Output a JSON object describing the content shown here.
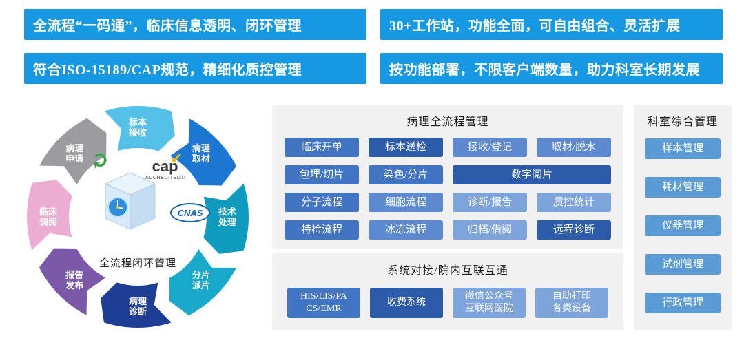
{
  "banners": [
    "全流程“一码通”，临床信息透明、闭环管理",
    "30+工作站，功能全面，可自由组合、灵活扩展",
    "符合ISO-15189/CAP规范，精细化质控管理",
    "按功能部署，不限客户端数量，助力科室长期发展"
  ],
  "colors": {
    "banner": "#1699E2",
    "panel_bg": "#F1F1F2",
    "dark": "#2C5BA9",
    "mid": "#4274C4",
    "midlight": "#5C89CF",
    "light": "#7EA4DC",
    "dept": "#5B9BD5",
    "arrow_green": "#3DA547"
  },
  "icons": {
    "cycle_arrow": "↻",
    "cap_check": "✔"
  },
  "cycle": {
    "center_label": "全流程闭环管理",
    "cap": {
      "word": "cap",
      "sub": "ACCREDITED®"
    },
    "cnas": "CNAS",
    "segments": [
      {
        "lines": [
          "标本",
          "接收"
        ],
        "color": "#55C1E9",
        "angle": 0
      },
      {
        "lines": [
          "病理",
          "取材"
        ],
        "color": "#1C77D2",
        "angle": 45
      },
      {
        "lines": [
          "技术",
          "处理"
        ],
        "color": "#0F9BBE",
        "angle": 90
      },
      {
        "lines": [
          "分片",
          "派片"
        ],
        "color": "#19AACB",
        "angle": 135
      },
      {
        "lines": [
          "病理",
          "诊断"
        ],
        "color": "#1E3E96",
        "angle": 180
      },
      {
        "lines": [
          "报告",
          "发布"
        ],
        "color": "#7C58A8",
        "angle": 225
      },
      {
        "lines": [
          "临床",
          "调阅"
        ],
        "color": "#EBAED2",
        "angle": 270
      },
      {
        "lines": [
          "病理",
          "申请"
        ],
        "color": "#9C9CA0",
        "angle": 315
      }
    ]
  },
  "process_panel": {
    "title": "病理全流程管理",
    "buttons": [
      {
        "label": "临床开单",
        "tone": "mid",
        "span": 1
      },
      {
        "label": "标本送检",
        "tone": "dark",
        "span": 1
      },
      {
        "label": "接收/登记",
        "tone": "midlight",
        "span": 1
      },
      {
        "label": "取材/脱水",
        "tone": "midlight",
        "span": 1
      },
      {
        "label": "包埋/切片",
        "tone": "mid",
        "span": 1
      },
      {
        "label": "染色/分片",
        "tone": "mid",
        "span": 1
      },
      {
        "label": "数字阅片",
        "tone": "dark",
        "span": 2
      },
      {
        "label": "分子流程",
        "tone": "mid",
        "span": 1
      },
      {
        "label": "细胞流程",
        "tone": "midlight",
        "span": 1
      },
      {
        "label": "诊断/报告",
        "tone": "light",
        "span": 1
      },
      {
        "label": "质控统计",
        "tone": "light",
        "span": 1
      },
      {
        "label": "特检流程",
        "tone": "mid",
        "span": 1
      },
      {
        "label": "冰冻流程",
        "tone": "midlight",
        "span": 1
      },
      {
        "label": "归档/借阅",
        "tone": "light",
        "span": 1
      },
      {
        "label": "远程诊断",
        "tone": "dark",
        "span": 1
      }
    ]
  },
  "interconnect_panel": {
    "title": "系统对接/院内互联互通",
    "buttons": [
      {
        "lines": [
          "HIS/LIS/PA",
          "CS/EMR"
        ],
        "tone": "mid"
      },
      {
        "lines": [
          "收费系统"
        ],
        "tone": "dark"
      },
      {
        "lines": [
          "微信公众号",
          "互联网医院"
        ],
        "tone": "light"
      },
      {
        "lines": [
          "自助打印",
          "各类设备"
        ],
        "tone": "light"
      }
    ]
  },
  "dept_panel": {
    "title": "科室综合管理",
    "items": [
      "样本管理",
      "耗材管理",
      "仪器管理",
      "试剂管理",
      "行政管理"
    ]
  }
}
